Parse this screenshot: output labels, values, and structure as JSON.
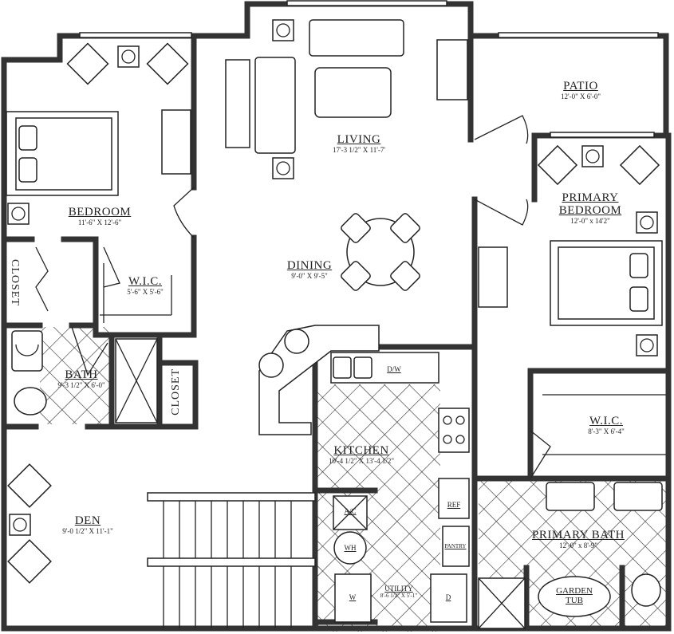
{
  "rooms": {
    "bedroom": {
      "name": "BEDROOM",
      "dims": "11'-6\" X 12'-6\""
    },
    "wic_left": {
      "name": "W.I.C.",
      "dims": "5'-6\" X 5'-6\""
    },
    "closet_left": {
      "name": "CLOSET"
    },
    "closet_mid": {
      "name": "CLOSET"
    },
    "bath": {
      "name": "BATH",
      "dims": "9'-3 1/2\" X 6'-0\""
    },
    "den": {
      "name": "DEN",
      "dims": "9'-0 1/2\" X 11'-1\""
    },
    "living": {
      "name": "LIVING",
      "dims": "17'-3 1/2\" X 11'-7'"
    },
    "dining": {
      "name": "DINING",
      "dims": "9'-0\" X 9'-5\""
    },
    "kitchen": {
      "name": "KITCHEN",
      "dims": "10'-4 1/2\" X 13'-4 1/2\""
    },
    "patio": {
      "name": "PATIO",
      "dims": "12'-0\" X 6'-0\""
    },
    "primary_bedroom": {
      "name_line1": "PRIMARY",
      "name_line2": "BEDROOM",
      "dims": "12'-0\" x 14'2\""
    },
    "wic_right": {
      "name": "W.I.C.",
      "dims": "8'-3\" X 6'-4\""
    },
    "primary_bath": {
      "name": "PRIMARY BATH",
      "dims": "12'-0\" x 8'-9\""
    },
    "garden_tub": {
      "name_line1": "GARDEN",
      "name_line2": "TUB"
    },
    "utility": {
      "name": "UTILITY",
      "dims": "8'-6 1/2\" X 5'-1\""
    }
  },
  "fixtures": {
    "dishwasher": "D/W",
    "refrigerator": "REF",
    "pantry": "PANTRY",
    "ac": "A/C",
    "water_heater": "WH",
    "washer": "W",
    "dryer": "D"
  },
  "colors": {
    "wall": "#333333",
    "line": "#222222",
    "background": "#ffffff"
  }
}
